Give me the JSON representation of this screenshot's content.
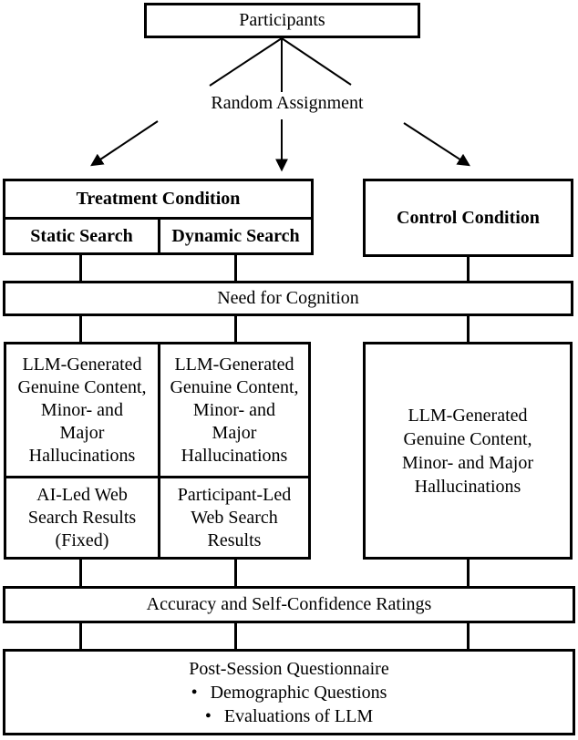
{
  "diagram": {
    "participants_label": "Participants",
    "random_assignment_label": "Random Assignment",
    "treatment": {
      "title": "Treatment Condition",
      "static_label": "Static Search",
      "dynamic_label": "Dynamic Search"
    },
    "control": {
      "title": "Control Condition"
    },
    "need_for_cognition_label": "Need for Cognition",
    "static_stimuli_lines": [
      "LLM-Generated",
      "Genuine Content,",
      "Minor- and",
      "Major",
      "Hallucinations"
    ],
    "dynamic_stimuli_lines": [
      "LLM-Generated",
      "Genuine Content,",
      "Minor- and",
      "Major",
      "Hallucinations"
    ],
    "ai_led_search_lines": [
      "AI-Led Web",
      "Search Results",
      "(Fixed)"
    ],
    "participant_led_search_lines": [
      "Participant-Led",
      "Web Search",
      "Results"
    ],
    "control_stimuli_lines": [
      "LLM-Generated",
      "Genuine Content,",
      "Minor- and Major",
      "Hallucinations"
    ],
    "accuracy_ratings_label": "Accuracy and Self-Confidence Ratings",
    "post_session": {
      "title": "Post-Session Questionnaire",
      "bullet_glyph": "•",
      "bullets": [
        "Demographic Questions",
        "Evaluations of LLM"
      ]
    },
    "line_color": "#000000",
    "background_color": "#ffffff"
  }
}
